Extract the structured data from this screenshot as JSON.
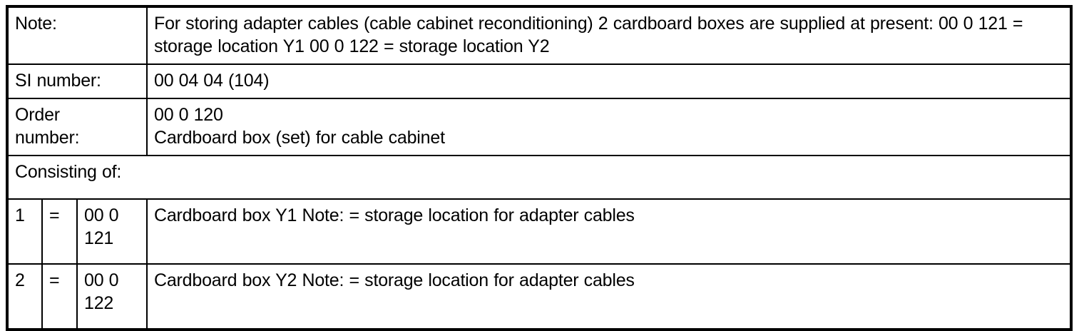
{
  "document": {
    "type": "spare-parts-information-table",
    "rows": {
      "note": {
        "label": "Note:",
        "text": "For storing adapter cables (cable cabinet reconditioning) 2 cardboard boxes are supplied at present: 00 0 121 = storage location Y1 00 0 122 = storage location Y2"
      },
      "si_number": {
        "label": "SI number:",
        "value": "00 04 04 (104)"
      },
      "order_number": {
        "label_line1": "Order",
        "label_line2": "number:",
        "value_line1": "00 0 120",
        "value_line2": "Cardboard box (set) for cable cabinet"
      },
      "consisting_of": {
        "label": "Consisting of:"
      }
    },
    "items": [
      {
        "index": "1",
        "equals": "=",
        "code_line1": "00 0",
        "code_line2": "121",
        "description": "Cardboard box Y1 Note: = storage location for adapter cables"
      },
      {
        "index": "2",
        "equals": "=",
        "code_line1": "00 0",
        "code_line2": "122",
        "description": "Cardboard box Y2 Note: = storage location for adapter cables"
      }
    ],
    "colors": {
      "border": "#000000",
      "background": "#ffffff",
      "text": "#000000"
    }
  }
}
